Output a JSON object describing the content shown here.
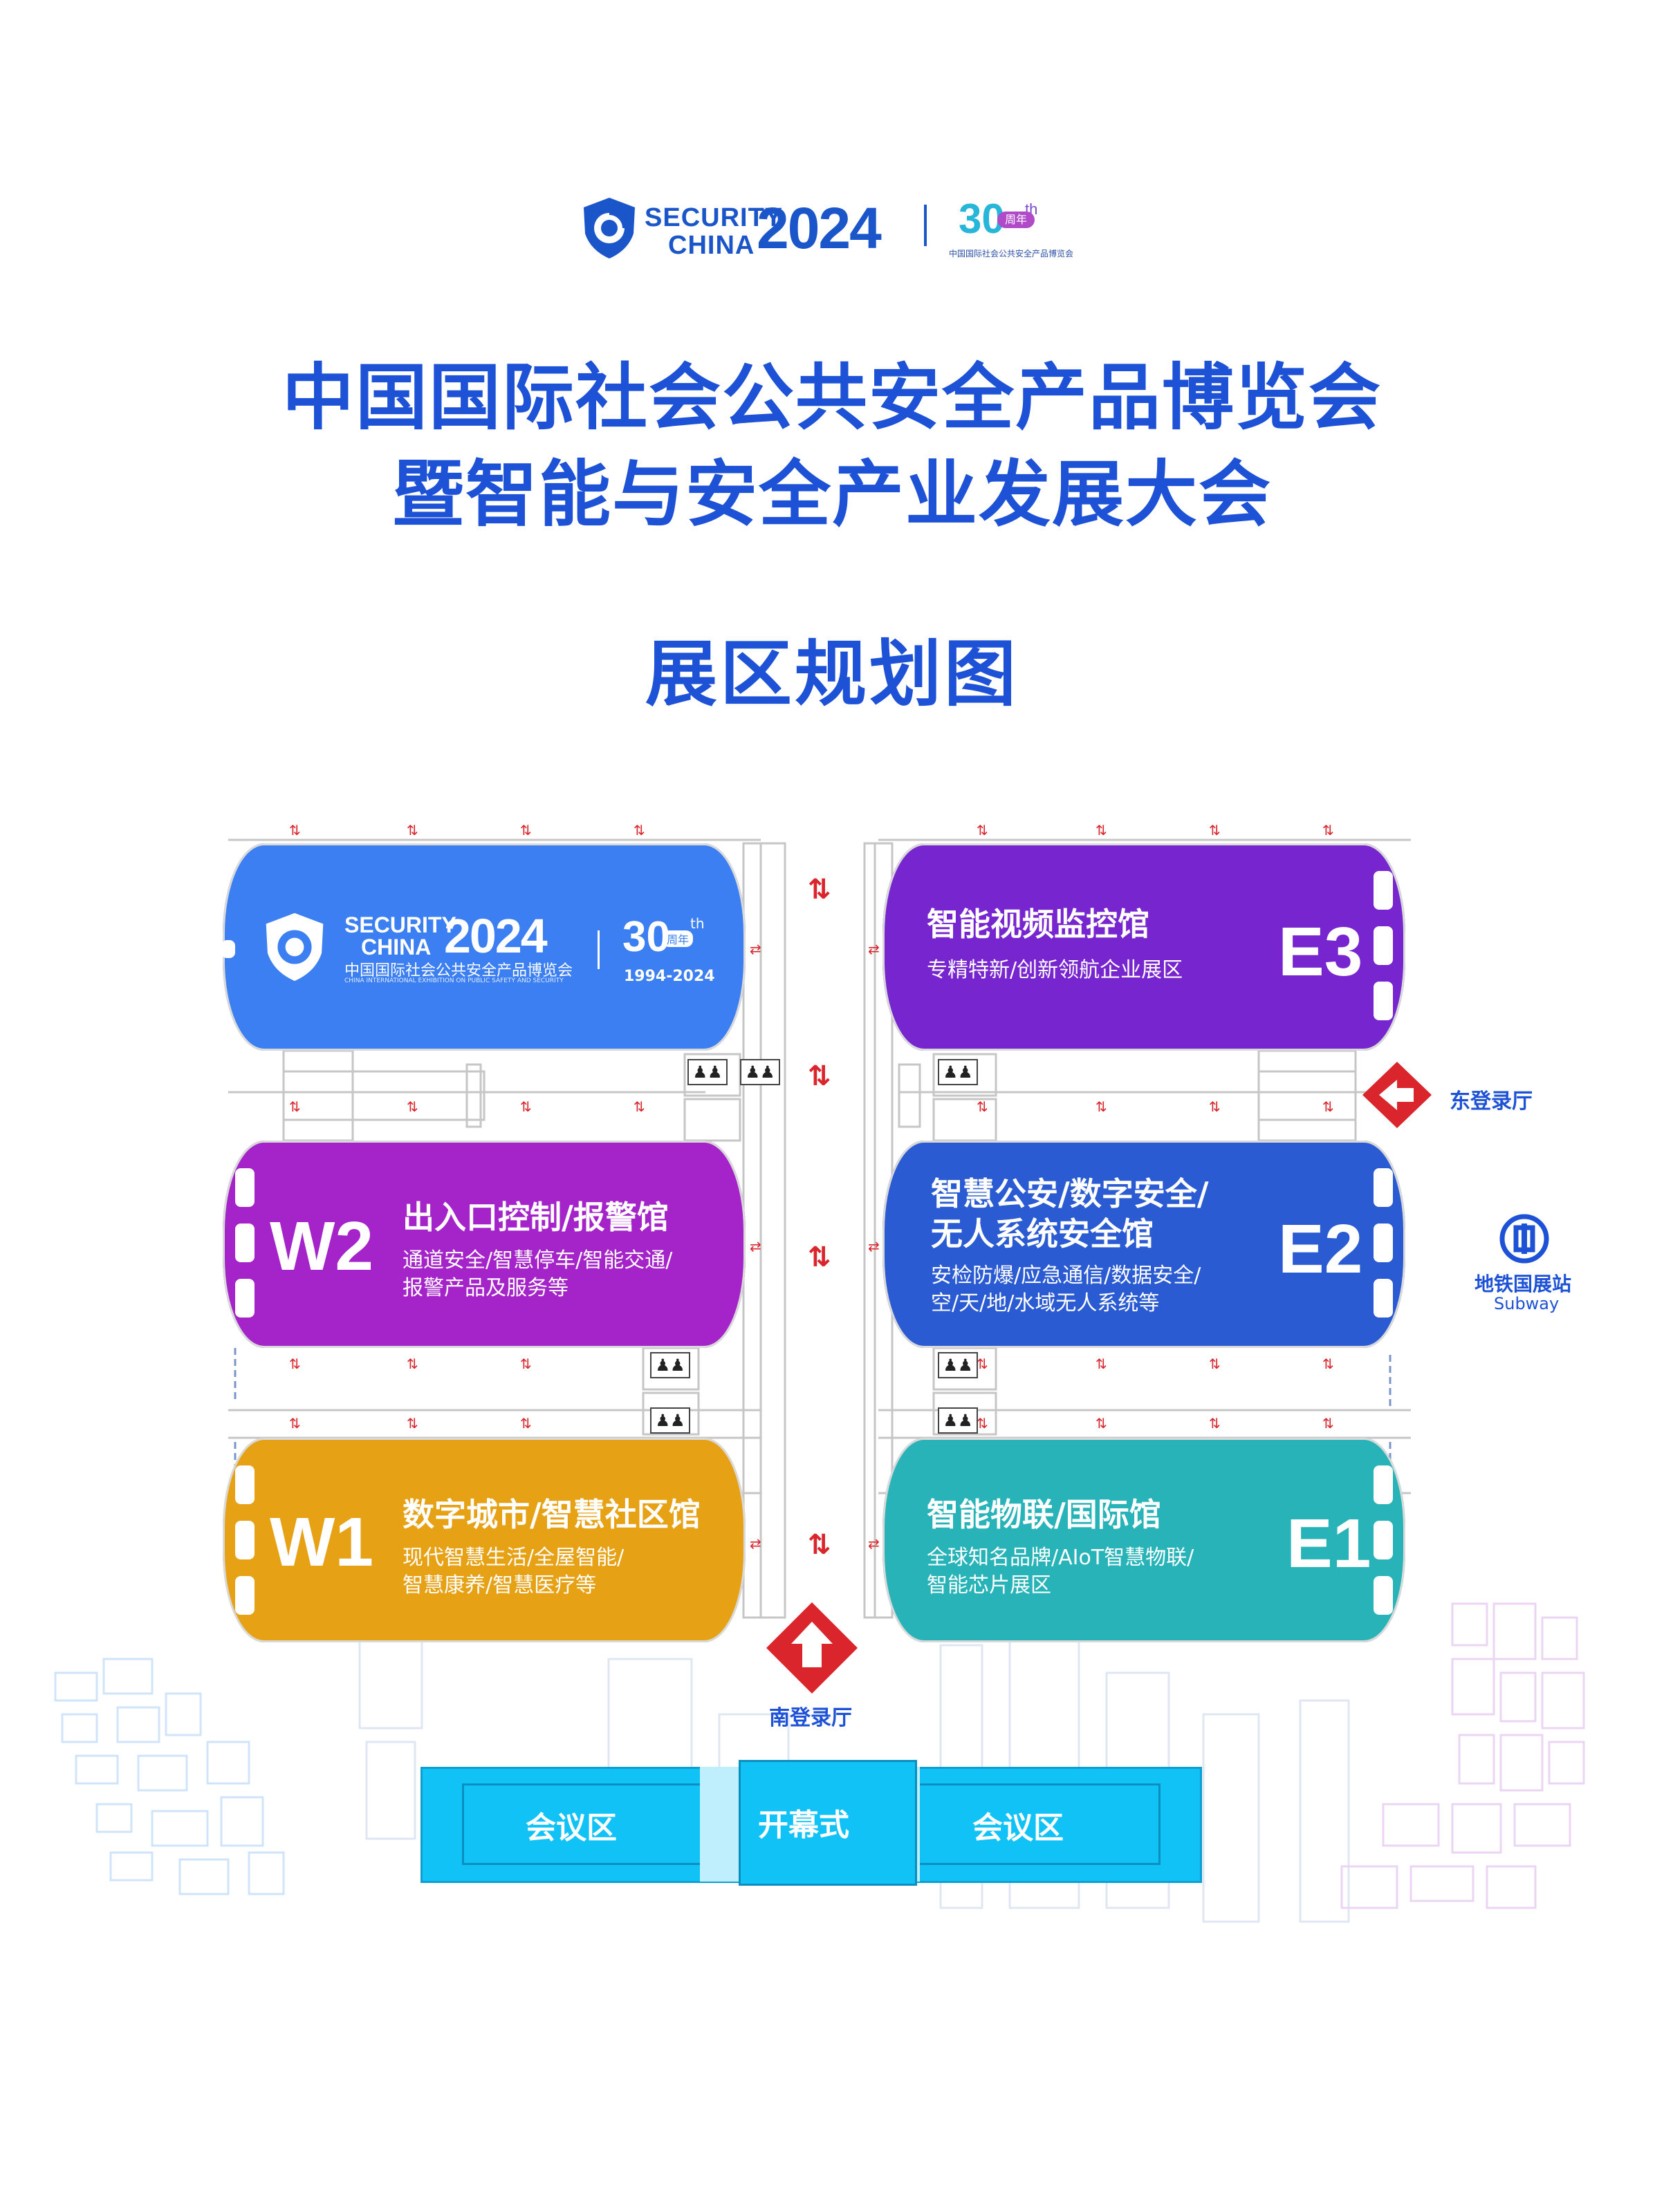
{
  "header": {
    "brand_line1": "SECURITY",
    "brand_line2": "CHINA",
    "brand_year": "2024",
    "anniversary_number": "30",
    "anniversary_suffix": "th",
    "anniversary_badge": "周年",
    "anniversary_caption": "中国国际社会公共安全产品博览会"
  },
  "title": {
    "line1": "中国国际社会公共安全产品博览会",
    "line2": "暨智能与安全产业发展大会",
    "line3": "展区规划图"
  },
  "halls": {
    "w3": {
      "brand_line1": "SECURITY",
      "brand_line2": "CHINA",
      "brand_year": "2024",
      "brand_caption_cn": "中国国际社会公共安全产品博览会",
      "brand_caption_en": "CHINA INTERNATIONAL EXHIBITION ON PUBLIC SAFETY AND SECURITY",
      "anniversary_number": "30",
      "anniversary_suffix": "th",
      "anniversary_badge": "周年",
      "anniversary_years": "1994-2024",
      "color": "#3b7ff2"
    },
    "w2": {
      "code": "W2",
      "title": "出入口控制/报警馆",
      "sub1": "通道安全/智慧停车/智能交通/",
      "sub2": "报警产品及服务等",
      "color": "#a524c9"
    },
    "w1": {
      "code": "W1",
      "title": "数字城市/智慧社区馆",
      "sub1": "现代智慧生活/全屋智能/",
      "sub2": "智慧康养/智慧医疗等",
      "color": "#e6a115"
    },
    "e3": {
      "code": "E3",
      "title": "智能视频监控馆",
      "sub1": "专精特新/创新领航企业展区",
      "color": "#7625cf"
    },
    "e2": {
      "code": "E2",
      "title1": "智慧公安/数字安全/",
      "title2": "无人系统安全馆",
      "sub1": "安检防爆/应急通信/数据安全/",
      "sub2": "空/天/地/水域无人系统等",
      "color": "#2a5bd2"
    },
    "e1": {
      "code": "E1",
      "title": "智能物联/国际馆",
      "sub1": "全球知名品牌/AIoT智慧物联/",
      "sub2": "智能芯片展区",
      "color": "#27b3b7"
    }
  },
  "entrances": {
    "east": "东登录厅",
    "south": "南登录厅",
    "subway_name": "地铁国展站",
    "subway_en": "Subway"
  },
  "conference": {
    "left": "会议区",
    "center": "开幕式",
    "right": "会议区"
  }
}
